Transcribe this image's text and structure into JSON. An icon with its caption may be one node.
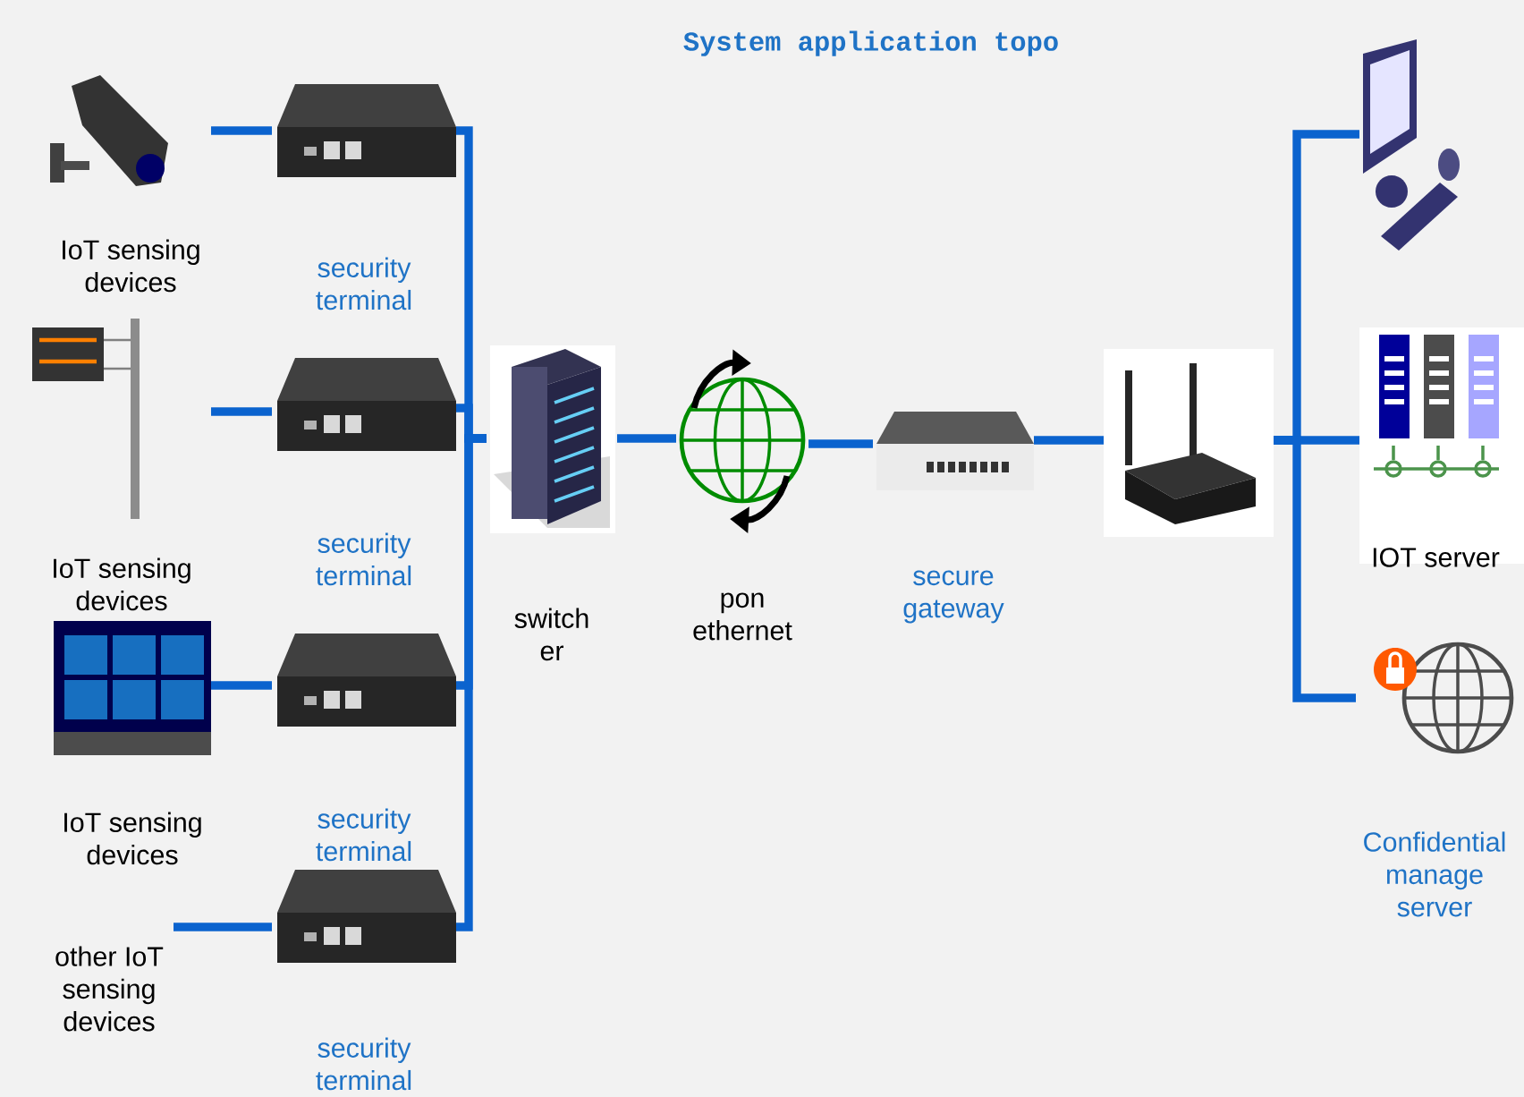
{
  "diagram": {
    "title": "System application topo",
    "nodes": [
      {
        "text": [
          "IoT sensing devices"
        ]
      },
      {
        "text": [
          "security terminal"
        ]
      },
      {
        "text": [
          "IoT sensing devices"
        ]
      },
      {
        "text": [
          "security terminal"
        ]
      },
      {
        "text": [
          "IoT sensing devices"
        ]
      },
      {
        "text": [
          "security terminal"
        ]
      },
      {
        "text": [
          "other IoT sensing devices"
        ]
      },
      {
        "text": [
          "security terminal"
        ]
      },
      {
        "text": [
          "switch er"
        ]
      },
      {
        "text": [
          "pon ethernet"
        ]
      },
      {
        "text": [
          "secure gateway"
        ]
      },
      {
        "text": [],
        "shape": "picture"
      },
      {
        "text": [],
        "shape": "picture"
      },
      {
        "text": [
          "IOT server"
        ]
      },
      {
        "text": [
          "Confidential manage server"
        ]
      }
    ],
    "edges": [
      {
        "from": 0,
        "to": 1,
        "arrow": "none"
      },
      {
        "from": 2,
        "to": 3,
        "arrow": "none"
      },
      {
        "from": 4,
        "to": 5,
        "arrow": "none"
      },
      {
        "from": 6,
        "to": 7,
        "arrow": "none"
      },
      {
        "from": 1,
        "to": 8,
        "arrow": "none"
      },
      {
        "from": 3,
        "to": 8,
        "arrow": "none"
      },
      {
        "from": 5,
        "to": 8,
        "arrow": "none"
      },
      {
        "from": 7,
        "to": 8,
        "arrow": "none"
      },
      {
        "from": 8,
        "to": 9,
        "arrow": "none"
      },
      {
        "from": 9,
        "to": 10,
        "arrow": "none"
      },
      {
        "from": 10,
        "to": 11,
        "arrow": "none"
      },
      {
        "from": 11,
        "to": 12,
        "arrow": "none"
      },
      {
        "from": 11,
        "to": 13,
        "arrow": "none"
      },
      {
        "from": 11,
        "to": 14,
        "arrow": "none"
      }
    ]
  }
}
